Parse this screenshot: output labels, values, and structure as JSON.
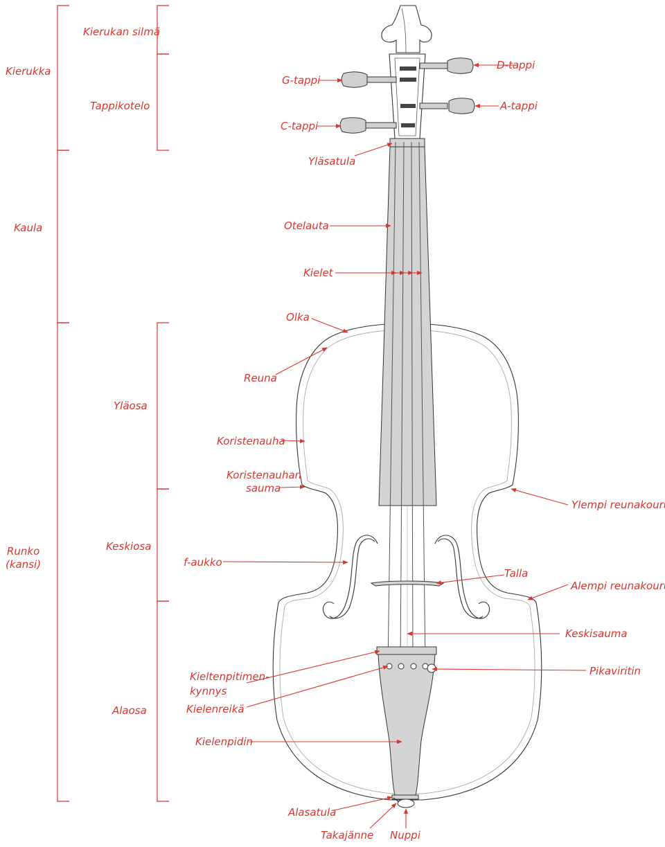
{
  "diagram": {
    "groups": {
      "kierukka": "Kierukka",
      "kaula": "Kaula",
      "runko_line1": "Runko",
      "runko_line2": "(kansi)"
    },
    "subgroups": {
      "kierukan_silma": "Kierukan silmä",
      "tappikotelo": "Tappikotelo",
      "ylaosa": "Yläosa",
      "keskiosa": "Keskiosa",
      "alaosa": "Alaosa"
    },
    "parts": {
      "d_tappi": "D-tappi",
      "g_tappi": "G-tappi",
      "a_tappi": "A-tappi",
      "c_tappi": "C-tappi",
      "ylasatula": "Yläsatula",
      "otelauta": "Otelauta",
      "kielet": "Kielet",
      "olka": "Olka",
      "reuna": "Reuna",
      "koristenauha": "Koristenauha",
      "koristenauhan_sauma_line1": "Koristenauhan",
      "koristenauhan_sauma_line2": "sauma",
      "ylempi_reunakouru": "Ylempi reunakouru",
      "f_aukko": "f-aukko",
      "talla": "Talla",
      "alempi_reunakouru": "Alempi reunakouru",
      "keskisauma": "Keskisauma",
      "pikaviritin": "Pikaviritin",
      "kieltenpitimen_kynnys_line1": "Kieltenpitimen-",
      "kieltenpitimen_kynnys_line2": "kynnys",
      "kielenreika": "Kielenreikä",
      "kielenpidin": "Kielenpidin",
      "alasatula": "Alasatula",
      "takajanne": "Takajänne",
      "nuppi": "Nuppi"
    },
    "colors": {
      "label": "#d8352c",
      "outline": "#333333",
      "fill_grey": "#d4d4d4"
    }
  }
}
